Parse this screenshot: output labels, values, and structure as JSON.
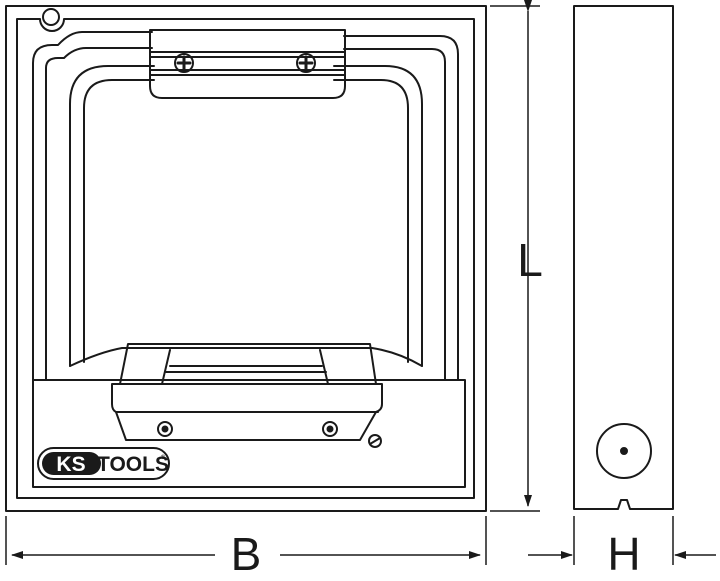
{
  "labels": {
    "length": "L",
    "width": "B",
    "height": "H"
  },
  "logo": {
    "part1": "KS",
    "part2": "TOOLS",
    "registered": "®"
  },
  "colors": {
    "line": "#1a1a1a",
    "background": "#ffffff",
    "logo_fill": "#1a1a1a"
  }
}
